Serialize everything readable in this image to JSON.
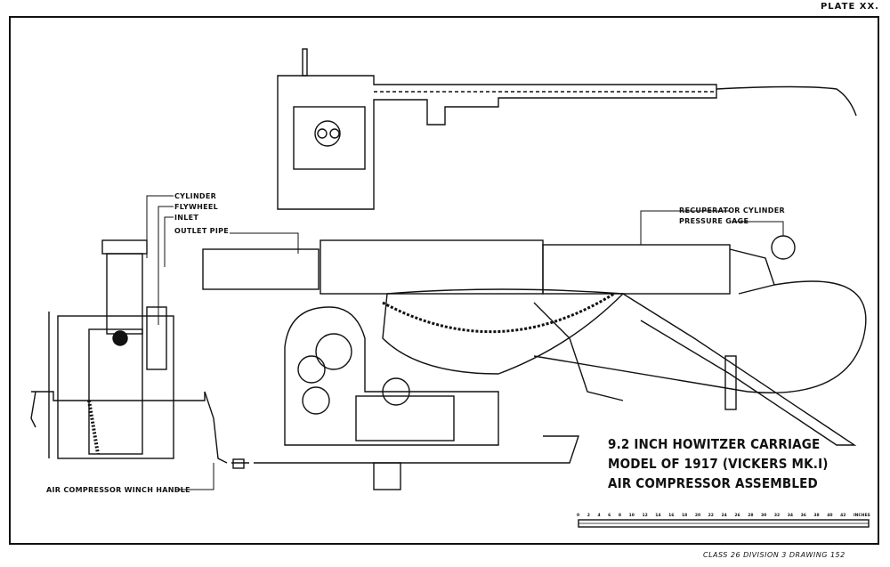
{
  "plate": "PLATE XX.",
  "labels": {
    "cylinder": "CYLINDER",
    "flywheel": "FLYWHEEL",
    "inlet": "INLET",
    "outlet_pipe": "OUTLET PIPE",
    "recuperator_1": "RECUPERATOR CYLINDER",
    "recuperator_2": "PRESSURE GAGE",
    "winch_handle": "AIR COMPRESSOR WINCH HANDLE"
  },
  "title": {
    "line1": "9.2 INCH HOWITZER CARRIAGE",
    "line2": "MODEL OF 1917 (VICKERS MK.I)",
    "line3": "AIR COMPRESSOR ASSEMBLED"
  },
  "scale": {
    "ticks": [
      "0",
      "2",
      "4",
      "6",
      "8",
      "10",
      "12",
      "14",
      "16",
      "18",
      "20",
      "22",
      "24",
      "26",
      "28",
      "30",
      "32",
      "34",
      "36",
      "38",
      "40",
      "42",
      "INCHES"
    ]
  },
  "footer": "CLASS 26 DIVISION 3 DRAWING 152"
}
